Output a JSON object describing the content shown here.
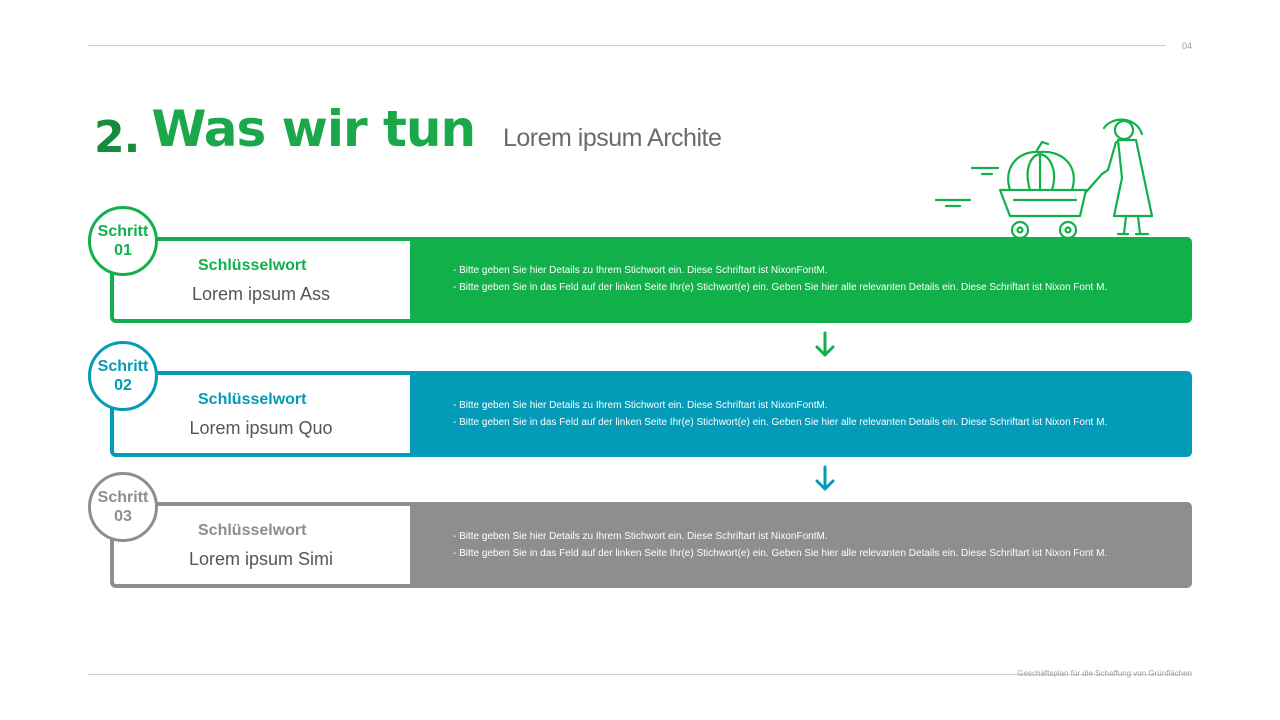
{
  "page_number": "04",
  "title": {
    "number": "2.",
    "text": "Was wir tun"
  },
  "subtitle": "Lorem ipsum Archite",
  "footer": "Geschäftsplan für die Schaffung von Grünflächen",
  "colors": {
    "green": "#12b04a",
    "teal": "#049bb8",
    "gray": "#8e8e90"
  },
  "steps": [
    {
      "label_word": "Schritt",
      "label_num": "01",
      "keyword": "Schlüsselwort",
      "lorem": "Lorem ipsum Ass",
      "details": [
        "- Bitte geben Sie hier Details zu Ihrem Stichwort ein. Diese Schriftart ist NixonFontM.",
        "- Bitte geben Sie in das Feld auf der linken Seite Ihr(e) Stichwort(e) ein. Geben Sie hier alle relevanten Details ein. Diese Schriftart ist Nixon Font M."
      ]
    },
    {
      "label_word": "Schritt",
      "label_num": "02",
      "keyword": "Schlüsselwort",
      "lorem": "Lorem ipsum Quo",
      "details": [
        "- Bitte geben Sie hier Details zu Ihrem Stichwort ein. Diese Schriftart ist NixonFontM.",
        "- Bitte geben Sie in das Feld auf der linken Seite Ihr(e) Stichwort(e) ein. Geben Sie hier alle relevanten Details ein. Diese Schriftart ist Nixon Font M."
      ]
    },
    {
      "label_word": "Schritt",
      "label_num": "03",
      "keyword": "Schlüsselwort",
      "lorem": "Lorem ipsum Simi",
      "details": [
        "- Bitte geben Sie hier Details zu Ihrem Stichwort ein. Diese Schriftart ist NixonFontM.",
        "- Bitte geben Sie in das Feld auf der linken Seite Ihr(e) Stichwort(e) ein. Geben Sie hier alle relevanten Details ein. Diese Schriftart ist Nixon Font M."
      ]
    }
  ],
  "illustration": {
    "icon": "pumpkin-cart-icon"
  },
  "arrows": [
    {
      "icon": "arrow-down-icon"
    },
    {
      "icon": "arrow-down-icon"
    }
  ]
}
